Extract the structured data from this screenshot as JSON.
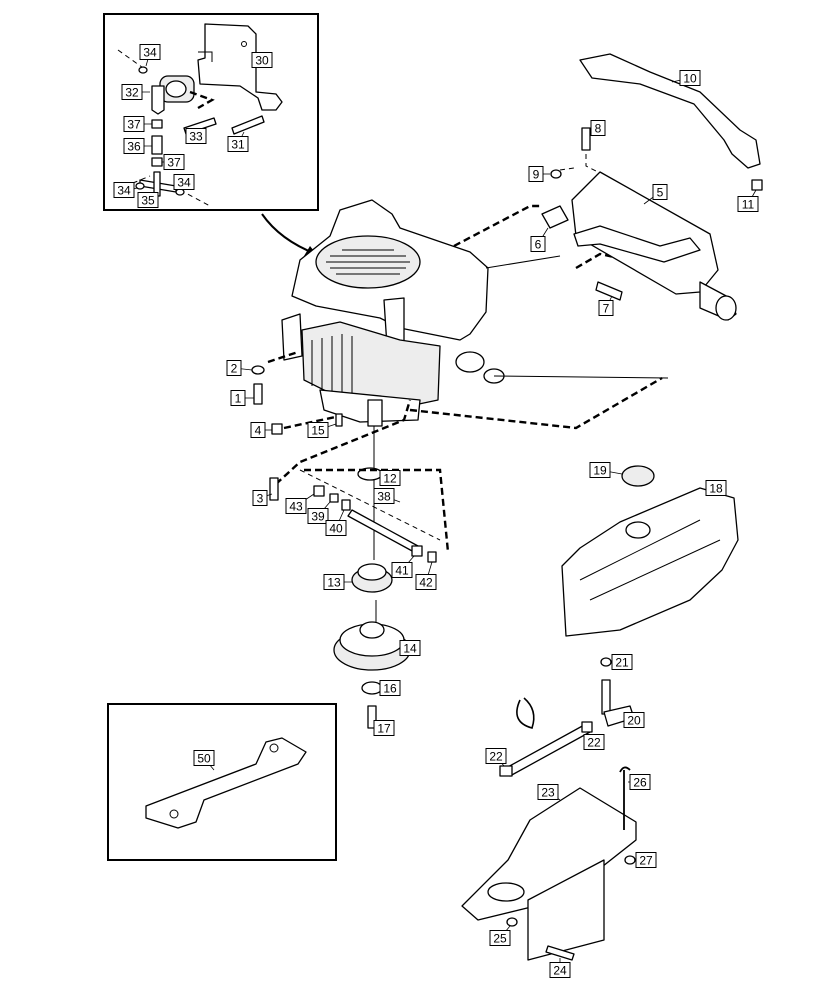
{
  "callouts": [
    {
      "id": "c1",
      "label": "1"
    },
    {
      "id": "c2",
      "label": "2"
    },
    {
      "id": "c3",
      "label": "3"
    },
    {
      "id": "c4",
      "label": "4"
    },
    {
      "id": "c5",
      "label": "5"
    },
    {
      "id": "c6",
      "label": "6"
    },
    {
      "id": "c7",
      "label": "7"
    },
    {
      "id": "c8",
      "label": "8"
    },
    {
      "id": "c9",
      "label": "9"
    },
    {
      "id": "c10",
      "label": "10"
    },
    {
      "id": "c11",
      "label": "11"
    },
    {
      "id": "c12",
      "label": "12"
    },
    {
      "id": "c13",
      "label": "13"
    },
    {
      "id": "c14",
      "label": "14"
    },
    {
      "id": "c15",
      "label": "15"
    },
    {
      "id": "c16",
      "label": "16"
    },
    {
      "id": "c17",
      "label": "17"
    },
    {
      "id": "c18",
      "label": "18"
    },
    {
      "id": "c19",
      "label": "19"
    },
    {
      "id": "c20",
      "label": "20"
    },
    {
      "id": "c21",
      "label": "21"
    },
    {
      "id": "c22a",
      "label": "22"
    },
    {
      "id": "c22b",
      "label": "22"
    },
    {
      "id": "c23",
      "label": "23"
    },
    {
      "id": "c24",
      "label": "24"
    },
    {
      "id": "c25",
      "label": "25"
    },
    {
      "id": "c26",
      "label": "26"
    },
    {
      "id": "c27",
      "label": "27"
    },
    {
      "id": "c30",
      "label": "30"
    },
    {
      "id": "c31",
      "label": "31"
    },
    {
      "id": "c32",
      "label": "32"
    },
    {
      "id": "c33",
      "label": "33"
    },
    {
      "id": "c34a",
      "label": "34"
    },
    {
      "id": "c34b",
      "label": "34"
    },
    {
      "id": "c34c",
      "label": "34"
    },
    {
      "id": "c35",
      "label": "35"
    },
    {
      "id": "c36",
      "label": "36"
    },
    {
      "id": "c37a",
      "label": "37"
    },
    {
      "id": "c37b",
      "label": "37"
    },
    {
      "id": "c38",
      "label": "38"
    },
    {
      "id": "c39",
      "label": "39"
    },
    {
      "id": "c40",
      "label": "40"
    },
    {
      "id": "c41",
      "label": "41"
    },
    {
      "id": "c42",
      "label": "42"
    },
    {
      "id": "c43",
      "label": "43"
    },
    {
      "id": "c50",
      "label": "50"
    }
  ],
  "colors": {
    "line": "#000000",
    "fill": "#ffffff",
    "shade": "#ededed"
  }
}
